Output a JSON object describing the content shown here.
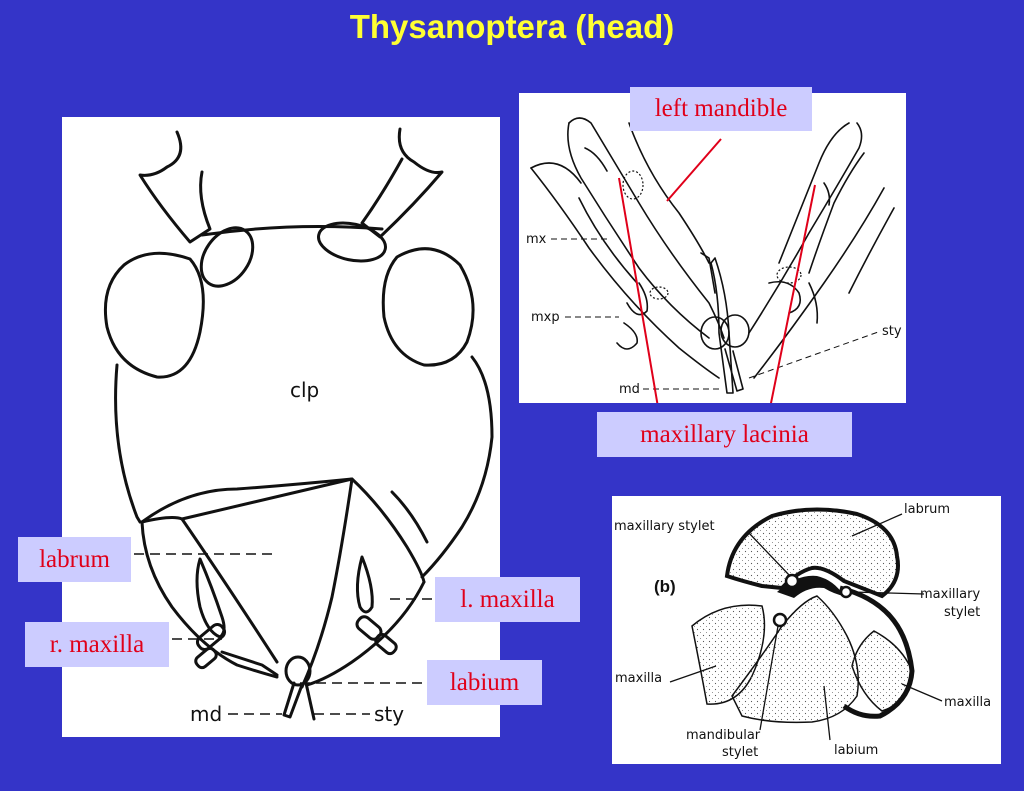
{
  "slide": {
    "title": "Thysanoptera (head)",
    "colors": {
      "background": "#3434c8",
      "title": "#ffff33",
      "callout_bg": "#ccccff",
      "callout_text": "#e0001a",
      "pointer_line": "#e0001a"
    }
  },
  "head_panel": {
    "labels": {
      "clp": "clp",
      "md": "md",
      "sty": "sty"
    }
  },
  "stylet_panel": {
    "labels": {
      "mx": "mx",
      "mxp": "mxp",
      "md": "md",
      "sty": "sty"
    }
  },
  "section_panel": {
    "labels": {
      "b": "(b)",
      "labrum": "labrum",
      "maxillary_stylet_left": "maxillary stylet",
      "maxillary_stylet_right_1": "maxillary",
      "maxillary_stylet_right_2": "stylet",
      "maxilla_left": "maxilla",
      "maxilla_right": "maxilla",
      "mandibular_1": "mandibular",
      "mandibular_2": "stylet",
      "labium": "labium"
    }
  },
  "callouts": {
    "left_mandible": "left mandible",
    "maxillary_lacinia": "maxillary lacinia",
    "labrum": "labrum",
    "l_maxilla": "l. maxilla",
    "r_maxilla": "r. maxilla",
    "labium": "labium"
  }
}
